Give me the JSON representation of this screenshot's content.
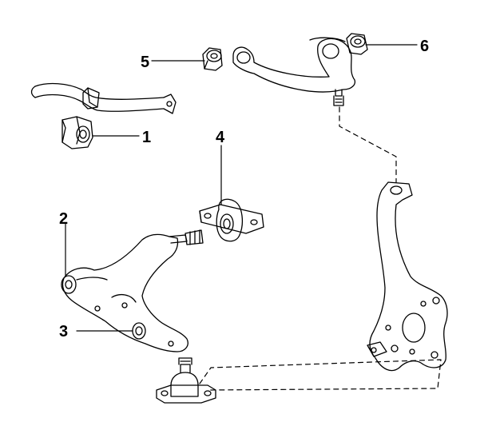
{
  "callouts": [
    {
      "id": "1",
      "label": "1"
    },
    {
      "id": "2",
      "label": "2"
    },
    {
      "id": "3",
      "label": "3"
    },
    {
      "id": "4",
      "label": "4"
    },
    {
      "id": "5",
      "label": "5"
    },
    {
      "id": "6",
      "label": "6"
    }
  ],
  "parts": [
    {
      "name": "stabilizer-bar-with-bushing",
      "callout": "1"
    },
    {
      "name": "lower-arm-front-bushing",
      "callout": "2"
    },
    {
      "name": "lower-arm-rear-bushing",
      "callout": "3"
    },
    {
      "name": "lower-arm-rear-bracket-bushing",
      "callout": "4"
    },
    {
      "name": "upper-arm-front-bushing",
      "callout": "5"
    },
    {
      "name": "upper-arm-rear-bushing",
      "callout": "6"
    }
  ],
  "colors": {
    "line": "#000000",
    "background": "#ffffff"
  }
}
